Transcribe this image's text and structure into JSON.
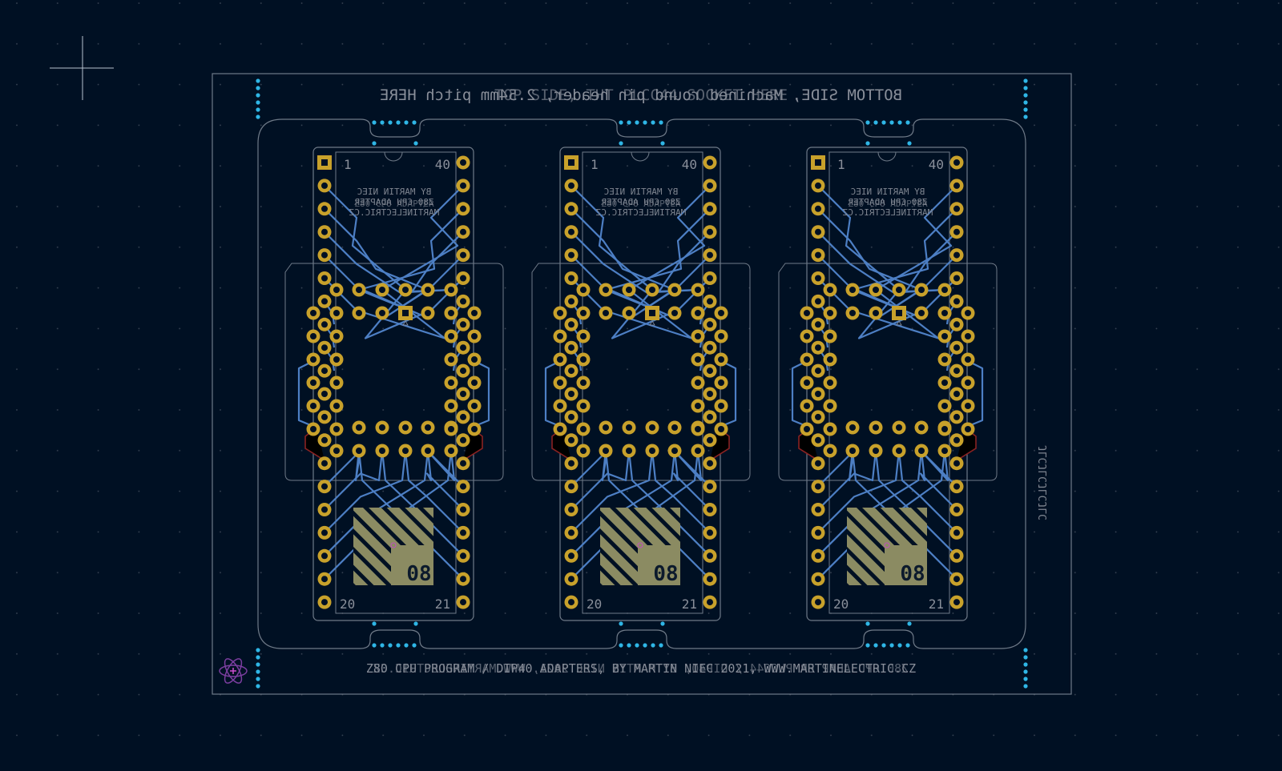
{
  "board": {
    "top_silk": "BOTTOM SIDE, Machined round pin header, 2.54mm pitch HERE",
    "top_silk_overlap": "TOP SIDE, THT PLCC44 SOCKET HERE",
    "bottom_silk": "Z80 CPU PROGRAM / DIP40 ADAPTERS, BY MARTIN NIEC 2021, WWW.MARTINELECTRIC.CZ",
    "bottom_silk_overlap": "Z80 CPU ADAPTER PLCC44 / DIP40, BY MARTIN NIEC 2021, WWW.MARTINELECTRIC.CZ",
    "side_label": "JLCJLCJLCJLC"
  },
  "modules": [
    {
      "pin_first": "1",
      "pin_last": "40",
      "pin_bl": "20",
      "pin_br": "21",
      "credit1": "BY MARTIN NIEC",
      "credit2": "Z80 CPU ADAPTER",
      "credit3": "MARTINELECTRIC.CZ",
      "chip": "80"
    },
    {
      "pin_first": "1",
      "pin_last": "40",
      "pin_bl": "20",
      "pin_br": "21",
      "credit1": "BY MARTIN NIEC",
      "credit2": "Z80 CPU ADAPTER",
      "credit3": "MARTINELECTRIC.CZ",
      "chip": "80"
    },
    {
      "pin_first": "1",
      "pin_last": "40",
      "pin_bl": "20",
      "pin_br": "21",
      "credit1": "BY MARTIN NIEC",
      "credit2": "Z80 CPU ADAPTER",
      "credit3": "MARTINELECTRIC.CZ",
      "chip": "80"
    }
  ],
  "colors": {
    "background": "#001023",
    "copper_pad": "#c8a12b",
    "trace_front": "#4d7fc4",
    "trace_back": "#8a2222",
    "silkscreen": "#8a8f9a",
    "edge_cuts": "#6f7a88",
    "via": "#2fb6e6",
    "fab": "#8b8b62"
  },
  "icons": {
    "crosshair": "crosshair-icon",
    "logo": "atom-logo-icon"
  }
}
